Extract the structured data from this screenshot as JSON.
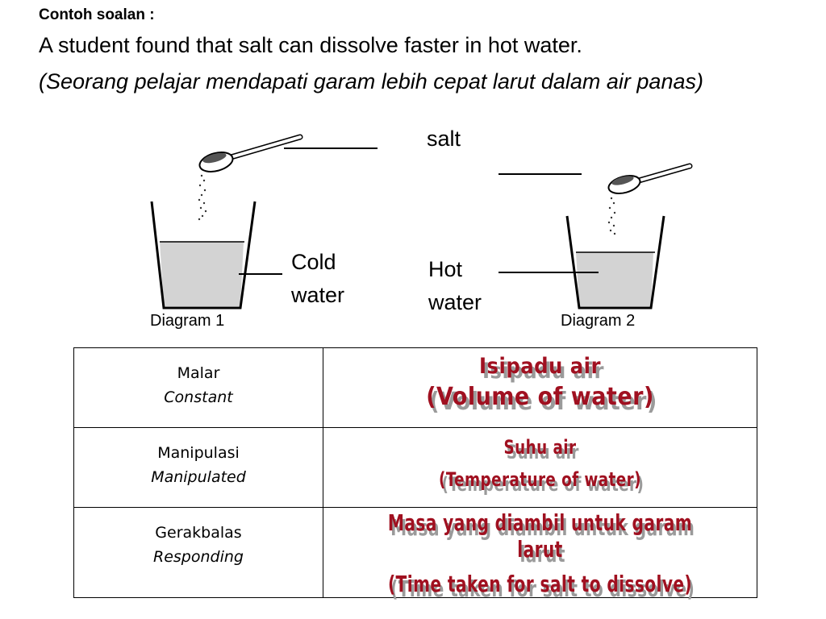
{
  "title": "Contoh soalan :",
  "statement_en": "A student found that salt can dissolve faster in hot water.",
  "statement_ms": "(Seorang pelajar mendapati garam lebih cepat larut dalam air panas)",
  "labels": {
    "salt": "salt",
    "cold_water_1": "Cold",
    "cold_water_2": "water",
    "hot_water_1": "Hot",
    "hot_water_2": "water"
  },
  "captions": {
    "diagram1": "Diagram 1",
    "diagram2": "Diagram 2"
  },
  "colors": {
    "answer": "#a01020",
    "water": "#d3d3d3"
  },
  "table": [
    {
      "label_ms": "Malar",
      "label_en": "Constant",
      "answer_1": "Isipadu air",
      "answer_2": "(Volume of water)"
    },
    {
      "label_ms": "Manipulasi",
      "label_en": "Manipulated",
      "answer_1": "Suhu air",
      "answer_2": "(Temperature of water)"
    },
    {
      "label_ms": "Gerakbalas",
      "label_en": "Responding",
      "answer_1": "Masa yang diambil untuk garam larut",
      "answer_2": "(Time taken for salt to dissolve)"
    }
  ]
}
